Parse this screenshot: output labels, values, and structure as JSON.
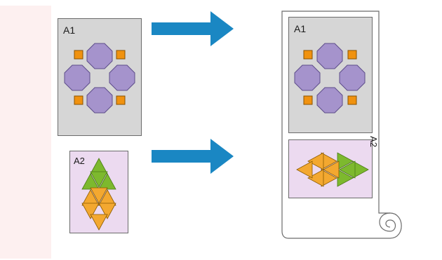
{
  "colors": {
    "page_gray": "#d6d6d6",
    "page_pink": "#ecdaf0",
    "octagon": "#a593cc",
    "square": "#f0920f",
    "tri_green": "#7db92e",
    "tri_orange": "#f3a830",
    "arrow": "#1a87c3",
    "strip": "#fdf0f0"
  },
  "source": {
    "a1_label": "A1",
    "a2_label": "A2"
  },
  "roll": {
    "a1_label": "A1",
    "a2_label": "A2"
  }
}
